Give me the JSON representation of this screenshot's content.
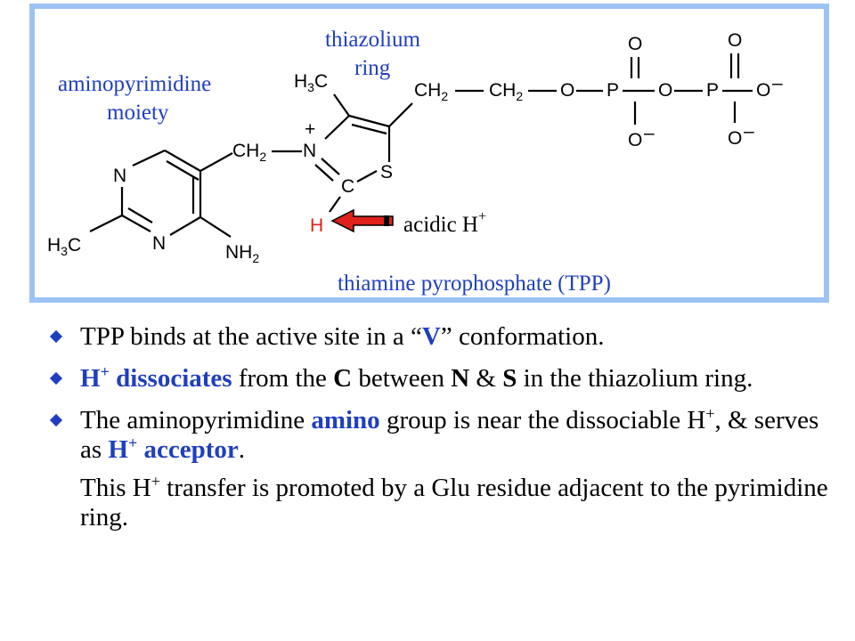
{
  "labels": {
    "thiazolium_line1": "thiazolium",
    "thiazolium_line2": "ring",
    "aminopyrimidine_line1": "aminopyrimidine",
    "aminopyrimidine_line2": "moiety",
    "acidic": "acidic H",
    "acidic_sup": "+",
    "tpp_name": "thiamine pyrophosphate (TPP)"
  },
  "atoms": {
    "h3c_top": "H3C",
    "ch2_bridge": "CH2",
    "n_plus": "N",
    "plus": "+",
    "c": "C",
    "s": "S",
    "h": "H",
    "ch2_a": "CH2",
    "ch2_b": "CH2",
    "o1": "O",
    "p1": "P",
    "o_top1": "O",
    "o_minus1": "O",
    "o2": "O",
    "p2": "P",
    "o_top2": "O",
    "o_minus2": "O",
    "o_end": "O",
    "minus": "–",
    "n_ring1": "N",
    "n_ring2": "N",
    "h3c_ring": "H3C",
    "nh2": "NH2"
  },
  "colors": {
    "border": "#9dc3f4",
    "label_blue": "#1f3fbf",
    "arrow_red": "#e0201a",
    "h_red": "#e0201a"
  },
  "bullets": [
    {
      "parts": [
        "TPP binds at the active site in a “",
        "V",
        "” conformation."
      ]
    },
    {
      "parts": [
        "H",
        "+",
        " dissociates",
        " from the ",
        "C",
        " between ",
        "N",
        " & ",
        "S",
        " in the thiazolium ring."
      ]
    },
    {
      "parts": [
        "The aminopyrimidine ",
        "amino",
        " group is near the dissociable H",
        "+",
        ", & serves as ",
        "H",
        "+",
        " acceptor",
        "."
      ]
    }
  ],
  "note": {
    "parts": [
      "This H",
      "+",
      " transfer is promoted by a Glu residue adjacent to the pyrimidine ring."
    ]
  }
}
